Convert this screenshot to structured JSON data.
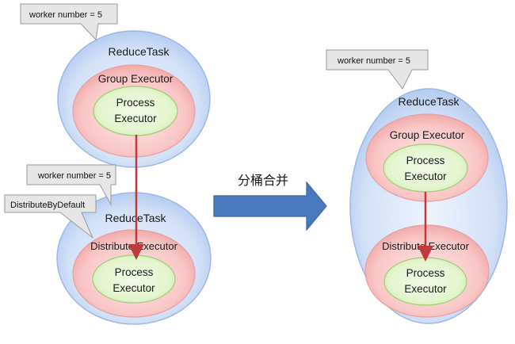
{
  "left_top": {
    "callout": "worker number = 5",
    "task_label": "ReduceTask",
    "executor_label": "Group Executor",
    "inner_line1": "Process",
    "inner_line2": "Executor"
  },
  "left_bottom": {
    "callout": "worker number = 5",
    "callout2": "DistributeByDefault",
    "task_label": "ReduceTask",
    "executor_label": "Distribute Executor",
    "inner_line1": "Process",
    "inner_line2": "Executor"
  },
  "transform": {
    "label": "分桶合并"
  },
  "right": {
    "callout": "worker number = 5",
    "task_label": "ReduceTask",
    "top_executor_label": "Group Executor",
    "top_inner_line1": "Process",
    "top_inner_line2": "Executor",
    "bottom_executor_label": "Distribute Executor",
    "bottom_inner_line1": "Process",
    "bottom_inner_line2": "Executor"
  },
  "colors": {
    "task_fill": "#c8d8f4",
    "task_stroke": "#8fb0e6",
    "executor_fill": "#f6b4b4",
    "executor_stroke": "#e69696",
    "process_fill": "#dff3c6",
    "process_stroke": "#a8d27c",
    "connector": "#c0393b",
    "block_arrow": "#4a7abd",
    "callout_fill": "#e6e6e6",
    "callout_stroke": "#999999"
  }
}
